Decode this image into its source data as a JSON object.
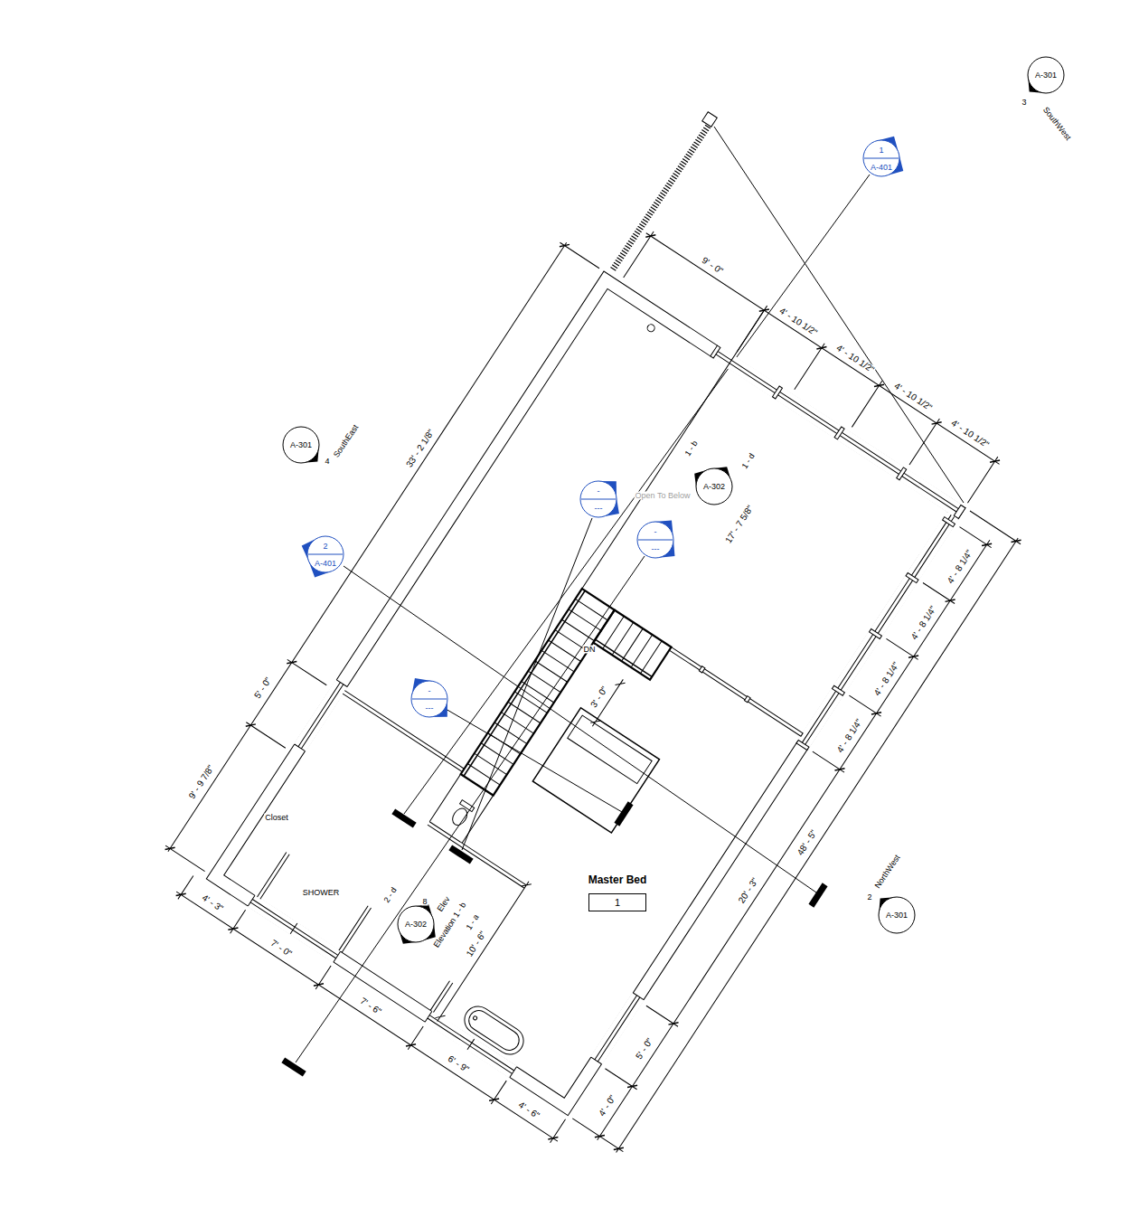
{
  "diagram": {
    "nodes": [
      {
        "text": [
          "A-301",
          "3",
          "SouthWest"
        ]
      },
      {
        "text": [
          "1",
          "A-401"
        ]
      },
      {
        "text": [
          "A-301",
          "4",
          "SouthEast"
        ]
      },
      {
        "text": [
          "-",
          "---"
        ]
      },
      {
        "text": [
          "A-302"
        ]
      },
      {
        "text": [
          "2",
          "A-401"
        ]
      },
      {
        "text": [
          "-",
          "---"
        ]
      },
      {
        "text": [
          "-",
          "---"
        ]
      },
      {
        "text": [
          "A-302"
        ]
      },
      {
        "text": [
          "A-301",
          "2",
          "NorthWest"
        ]
      },
      {
        "text": [
          "Master Bed",
          "1"
        ]
      }
    ],
    "labels": [
      "9' - 0\"",
      "4' - 10 1/2\"",
      "4' - 10 1/2\"",
      "4' - 10 1/2\"",
      "4' - 10 1/2\"",
      "33' - 2 1/8\"",
      "5' - 0\"",
      "9' - 9 7/8\"",
      "4' - 8 1/4\"",
      "4' - 8 1/4\"",
      "4' - 8 1/4\"",
      "4' - 8 1/4\"",
      "48' - 5\"",
      "20' - 3\"",
      "5' - 0\"",
      "4' - 0\"",
      "4' - 3\"",
      "7' - 0\"",
      "7' - 6\"",
      "6' - 9\"",
      "4' - 6\"",
      "3' - 0\"",
      "10' - 6\"",
      "17' - 7 5/8\"",
      "1 - d",
      "1 - b",
      "Open To Below",
      "DN",
      "Closet",
      "SHOWER",
      "2 - d",
      "8",
      "Elev",
      "Elevation 1 - b",
      "1 - a"
    ]
  }
}
